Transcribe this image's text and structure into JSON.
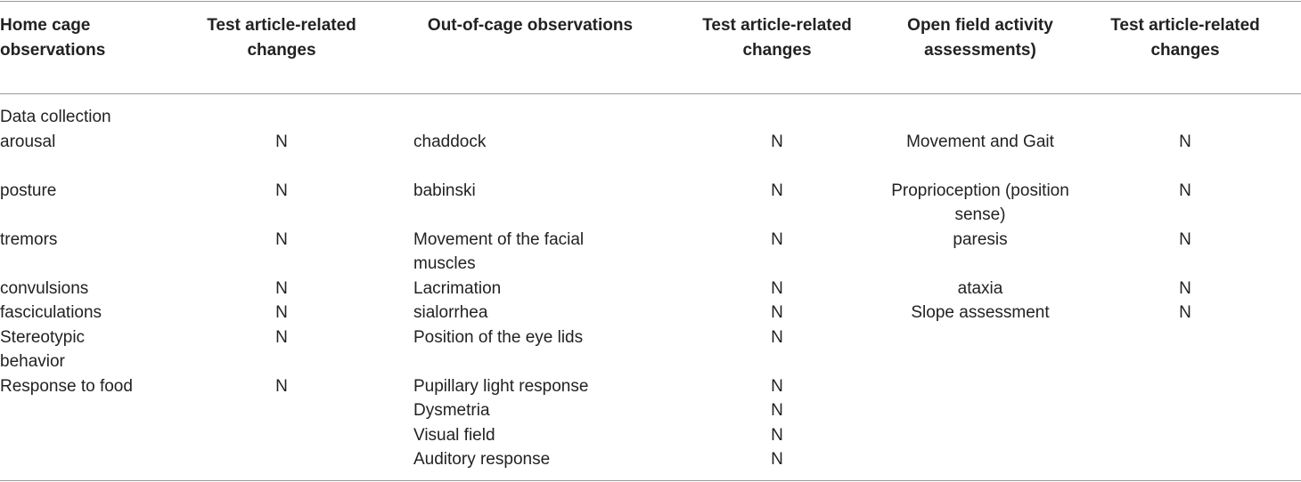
{
  "table": {
    "headers": [
      "Home cage observations",
      "Test article-related changes",
      "Out-of-cage observations",
      "Test article-related changes",
      "Open field activity assessments)",
      "Test article-related changes"
    ],
    "section_label": "Data collection",
    "rows": [
      [
        "arousal",
        "N",
        "chaddock",
        "N",
        "Movement and Gait",
        "N"
      ],
      [
        "posture",
        "N",
        "babinski",
        "N",
        "Proprioception (position sense)",
        "N"
      ],
      [
        "tremors",
        "N",
        "Movement of the facial muscles",
        "N",
        "paresis",
        "N"
      ],
      [
        "convulsions",
        "N",
        "Lacrimation",
        "N",
        "ataxia",
        "N"
      ],
      [
        "fasciculations",
        "N",
        "sialorrhea",
        "N",
        "Slope assessment",
        "N"
      ],
      [
        "Stereotypic behavior",
        "N",
        "Position of the eye lids",
        "N",
        "",
        ""
      ],
      [
        "Response to food",
        "N",
        "Pupillary light response",
        "N",
        "",
        ""
      ],
      [
        "",
        "",
        "Dysmetria",
        "N",
        "",
        ""
      ],
      [
        "",
        "",
        "Visual field",
        "N",
        "",
        ""
      ],
      [
        "",
        "",
        "Auditory response",
        "N",
        "",
        ""
      ]
    ]
  }
}
